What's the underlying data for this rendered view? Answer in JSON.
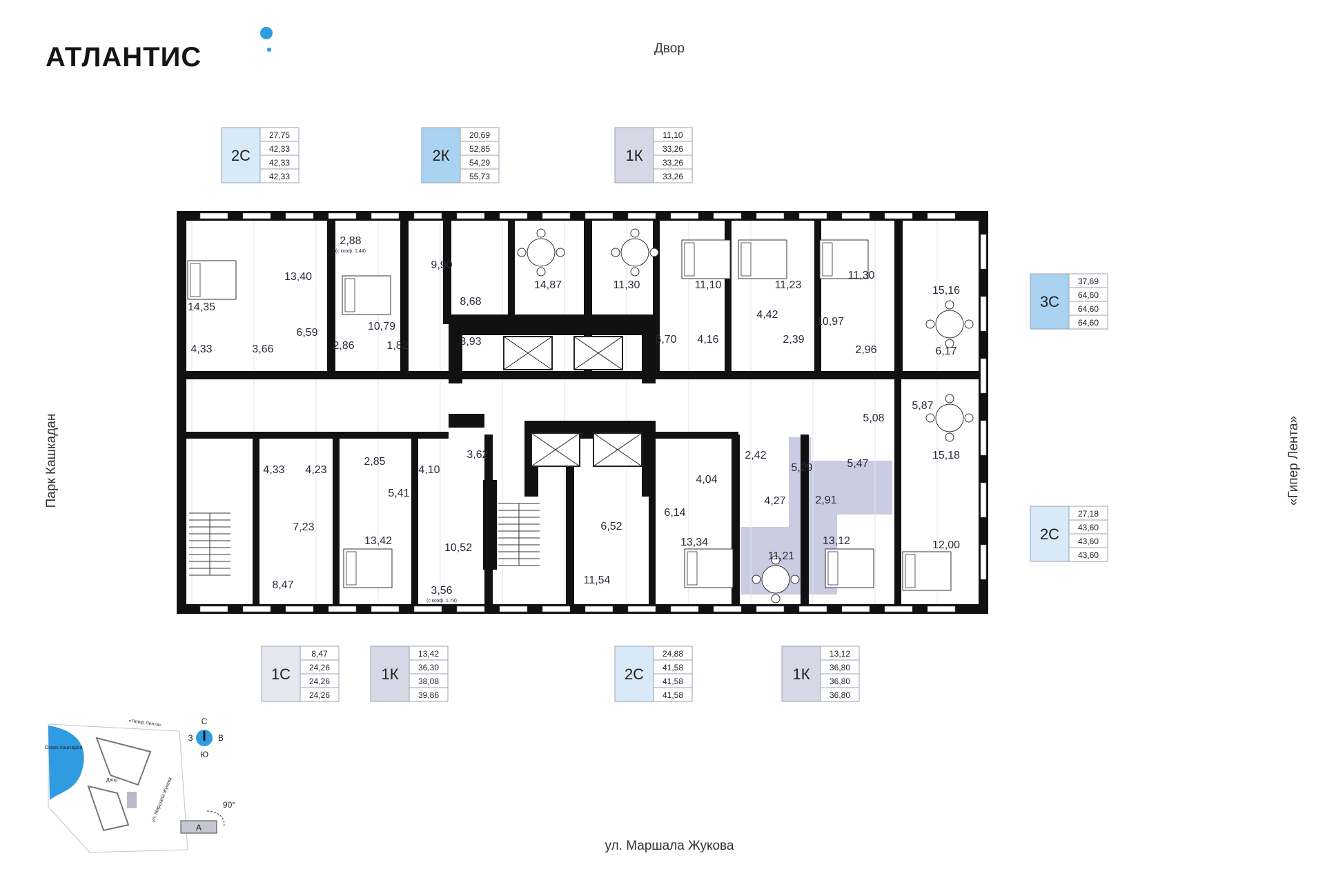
{
  "brand": {
    "name": "АТЛАНТИС",
    "accent": "#2f9be0"
  },
  "streets": {
    "north": "Двор",
    "south": "ул. Маршала Жукова",
    "west": "Парк Кашкадан",
    "east": "«Гипер Лента»"
  },
  "colors": {
    "wall": "#111111",
    "light_blue": "#d8e9f7",
    "mid_blue": "#a9d3f1",
    "lavender": "#d6d8e6",
    "pale_lavender": "#e6e7f0",
    "highlight": "#c9cce2"
  },
  "apartment_tags": [
    {
      "id": "tag-2c-top",
      "code": "2С",
      "color": "#d8e9f7",
      "values": [
        "27,75",
        "42,33",
        "42,33",
        "42,33"
      ]
    },
    {
      "id": "tag-2k-top",
      "code": "2К",
      "color": "#a9d3f1",
      "values": [
        "20,69",
        "52,85",
        "54,29",
        "55,73"
      ]
    },
    {
      "id": "tag-1k-top",
      "code": "1К",
      "color": "#d6d8e6",
      "values": [
        "11,10",
        "33,26",
        "33,26",
        "33,26"
      ]
    },
    {
      "id": "tag-3c-right",
      "code": "3С",
      "color": "#a9d3f1",
      "values": [
        "37,69",
        "64,60",
        "64,60",
        "64,60"
      ]
    },
    {
      "id": "tag-2c-right",
      "code": "2С",
      "color": "#d8e9f7",
      "values": [
        "27,18",
        "43,60",
        "43,60",
        "43,60"
      ]
    },
    {
      "id": "tag-1c-bottom",
      "code": "1С",
      "color": "#e6e7f0",
      "values": [
        "8,47",
        "24,26",
        "24,26",
        "24,26"
      ]
    },
    {
      "id": "tag-1k-bottom-a",
      "code": "1К",
      "color": "#d6d8e6",
      "values": [
        "13,42",
        "36,30",
        "38,08",
        "39,86"
      ]
    },
    {
      "id": "tag-2c-bottom",
      "code": "2С",
      "color": "#d8e9f7",
      "values": [
        "24,88",
        "41,58",
        "41,58",
        "41,58"
      ]
    },
    {
      "id": "tag-1k-bottom-b",
      "code": "1К",
      "color": "#d6d8e6",
      "values": [
        "13,12",
        "36,80",
        "36,80",
        "36,80"
      ]
    }
  ],
  "room_areas": [
    "14,35",
    "13,40",
    "6,59",
    "4,33",
    "3,66",
    "2,88",
    "10,79",
    "2,86",
    "1,82",
    "9,90",
    "8,68",
    "3,93",
    "14,87",
    "11,30",
    "6,70",
    "11,10",
    "4,16",
    "11,23",
    "4,42",
    "2,39",
    "11,30",
    "10,97",
    "2,96",
    "15,16",
    "6,17",
    "5,87",
    "5,08",
    "15,18",
    "5,47",
    "12,00",
    "4,33",
    "4,23",
    "7,23",
    "8,47",
    "2,85",
    "5,41",
    "4,10",
    "3,62",
    "13,42",
    "10,52",
    "3,56",
    "6,52",
    "11,54",
    "6,14",
    "4,04",
    "13,34",
    "2,42",
    "5,29",
    "4,27",
    "2,91",
    "11,21",
    "13,12"
  ],
  "notes": [
    "(с коэф. 1,44)",
    "(с коэф. 1,78)"
  ],
  "compass": {
    "n": "С",
    "s": "Ю",
    "w": "З",
    "e": "В"
  },
  "site_map": {
    "lake_label": "Озеро Кашкадан",
    "gyper_label": "«Гипер Лента»",
    "street_label": "ул. Маршала Жукова",
    "yard_label": "Двор",
    "rotation": "90°",
    "building_letter": "А"
  }
}
